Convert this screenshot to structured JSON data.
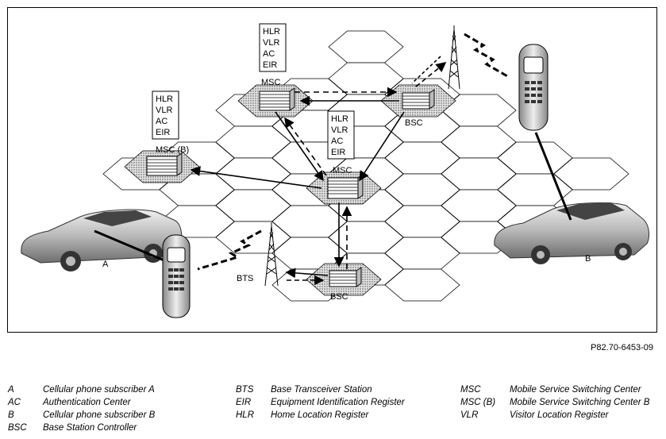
{
  "figure_id": "P82.70-6453-09",
  "labels": {
    "subscriber_a": "A",
    "subscriber_b": "B",
    "msc_top": "MSC",
    "msc_center": "MSC",
    "msc_b": "MSC (B)",
    "bsc_top": "BSC",
    "bsc_bottom": "BSC",
    "bts": "BTS"
  },
  "register_box": [
    "HLR",
    "VLR",
    "AC",
    "EIR"
  ],
  "legend": [
    {
      "abbr": "A",
      "desc": "Cellular phone subscriber A"
    },
    {
      "abbr": "AC",
      "desc": "Authentication Center"
    },
    {
      "abbr": "B",
      "desc": "Cellular phone subscriber B"
    },
    {
      "abbr": "BSC",
      "desc": "Base Station Controller"
    },
    {
      "abbr": "BTS",
      "desc": "Base Transceiver Station"
    },
    {
      "abbr": "EIR",
      "desc": "Equipment Identification Register"
    },
    {
      "abbr": "HLR",
      "desc": "Home Location Register"
    },
    {
      "abbr": "MSC",
      "desc": "Mobile Service Switching Center"
    },
    {
      "abbr": "MSC (B)",
      "desc": "Mobile Service Switching Center B"
    },
    {
      "abbr": "VLR",
      "desc": "Visitor Location Register"
    }
  ]
}
